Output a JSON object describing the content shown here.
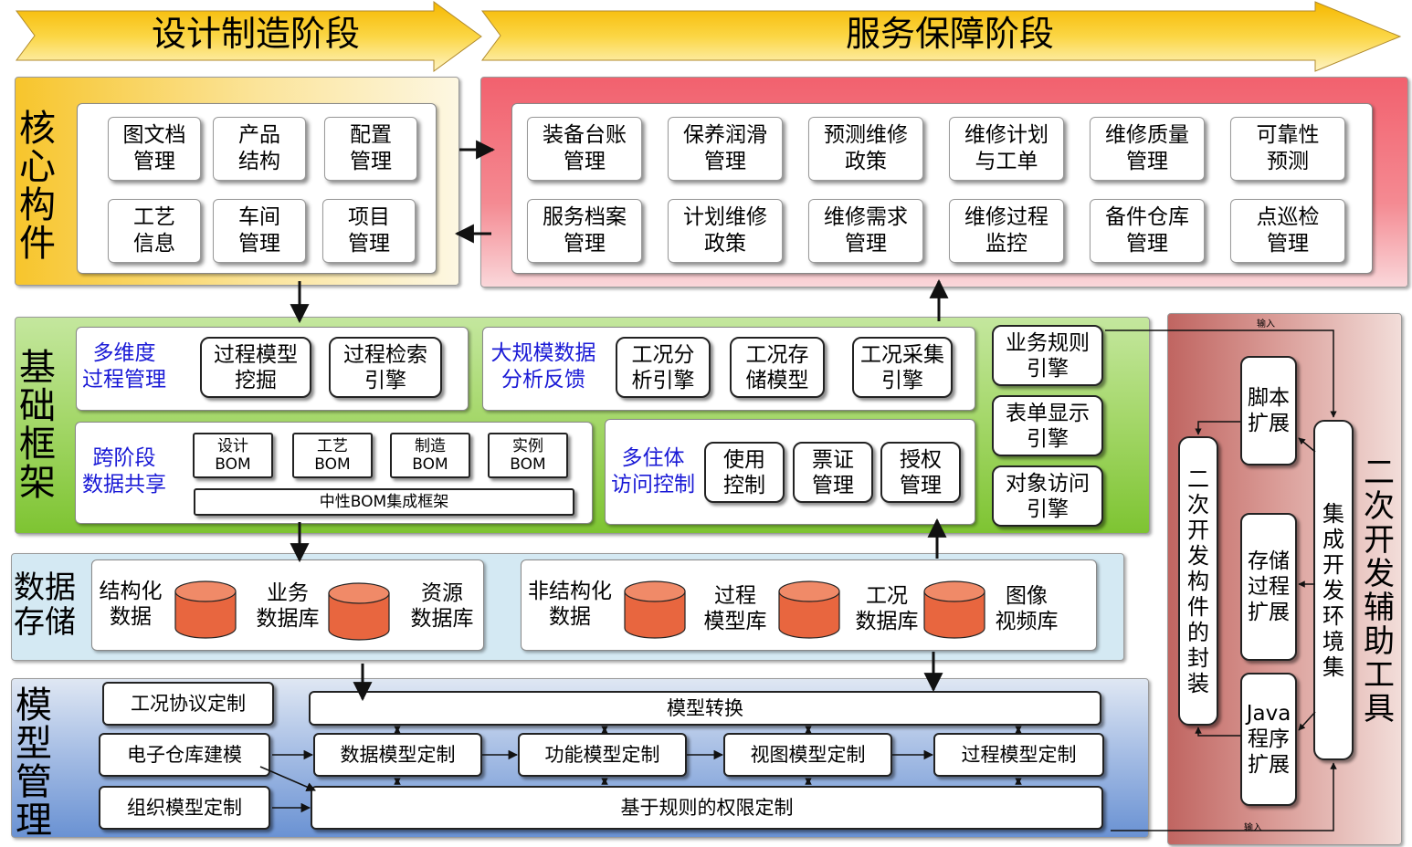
{
  "stages": {
    "design": "设计制造阶段",
    "service": "服务保障阶段"
  },
  "core": {
    "label": "核心构件",
    "items": [
      "图文档\n管理",
      "产品\n结构",
      "配置\n管理",
      "工艺\n信息",
      "车间\n管理",
      "项目\n管理"
    ]
  },
  "service_modules": [
    "装备台账\n管理",
    "保养润滑\n管理",
    "预测维修\n政策",
    "维修计划\n与工单",
    "维修质量\n管理",
    "可靠性\n预测",
    "服务档案\n管理",
    "计划维修\n政策",
    "维修需求\n管理",
    "维修过程\n监控",
    "备件仓库\n管理",
    "点巡检\n管理"
  ],
  "framework": {
    "label": "基础框架",
    "multi_dim": {
      "title": "多维度\n过程管理",
      "items": [
        "过程模型\n挖掘",
        "过程检索\n引擎"
      ]
    },
    "big_data": {
      "title": "大规模数据\n分析反馈",
      "items": [
        "工况分\n析引擎",
        "工况存\n储模型",
        "工况采集\n引擎"
      ]
    },
    "cross_stage": {
      "title": "跨阶段\n数据共享",
      "boms": [
        "设计\nBOM",
        "工艺\nBOM",
        "制造\nBOM",
        "实例\nBOM"
      ],
      "neutral": "中性BOM集成框架"
    },
    "multi_tenant": {
      "title": "多住体\n访问控制",
      "items": [
        "使用\n控制",
        "票证\n管理",
        "授权\n管理"
      ]
    },
    "engines": [
      "业务规则\n引擎",
      "表单显示\n引擎",
      "对象访问\n引擎"
    ]
  },
  "storage": {
    "label": "数据存储",
    "structured": {
      "title": "结构化\n数据",
      "dbs": [
        "业务\n数据库",
        "资源\n数据库"
      ]
    },
    "unstructured": {
      "title": "非结构化\n数据",
      "dbs": [
        "过程\n模型库",
        "工况\n数据库",
        "图像\n视频库"
      ]
    }
  },
  "model_mgmt": {
    "label": "模型管理",
    "left": [
      "工况协议定制",
      "电子仓库建模",
      "组织模型定制"
    ],
    "transform": "模型转换",
    "chain": [
      "数据模型定制",
      "功能模型定制",
      "视图模型定制",
      "过程模型定制"
    ],
    "permission": "基于规则的权限定制"
  },
  "dev_tools": {
    "label": "二次开发辅助工具",
    "encapsulation": "二次开发构件的封装",
    "extensions": [
      "脚本\n扩展",
      "存储\n过程\n扩展",
      "Java\n程序\n扩展"
    ],
    "ide": "集成开发环境集",
    "input_label": "输入"
  },
  "colors": {
    "core_bg": "#f9c930",
    "service_bg": "#f26f7b",
    "framework_bg": "#86cc3c",
    "storage_bg": "#d2e8f2",
    "model_bg": "#6d95d4",
    "tools_bg": "#c46e6a",
    "db_fill": "#e8663f",
    "blue_text": "#1a1ad6"
  }
}
